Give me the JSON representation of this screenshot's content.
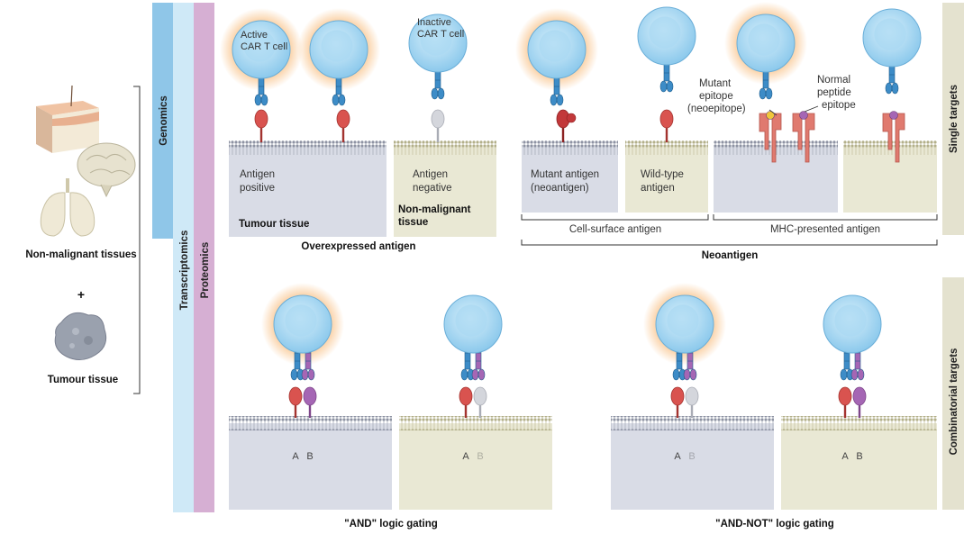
{
  "left": {
    "non_malignant_label": "Non-malignant tissues",
    "plus": "+",
    "tumour_label": "Tumour tissue"
  },
  "omics": {
    "genomics": "Genomics",
    "transcriptomics": "Transcriptomics",
    "proteomics": "Proteomics"
  },
  "sides": {
    "single_targets": "Single targets",
    "combinatorial_targets": "Combinatorial targets"
  },
  "top": {
    "active_car_t": [
      "Active",
      "CAR T cell"
    ],
    "inactive_car_t": [
      "Inactive",
      "CAR T cell"
    ],
    "antigen_positive": [
      "Antigen",
      "positive"
    ],
    "tumour_tissue": "Tumour tissue",
    "antigen_negative": [
      "Antigen",
      "negative"
    ],
    "non_malignant_tissue": [
      "Non-malignant",
      "tissue"
    ],
    "overexpressed_antigen": "Overexpressed antigen",
    "mutant_antigen": [
      "Mutant antigen",
      "(neoantigen)"
    ],
    "wild_type_antigen": [
      "Wild-type",
      "antigen"
    ],
    "mutant_epitope": [
      "Mutant",
      "epitope",
      "(neoepitope)"
    ],
    "normal_peptide_epitope": [
      "Normal",
      "peptide",
      "epitope"
    ],
    "cell_surface_antigen": "Cell-surface antigen",
    "mhc_presented_antigen": "MHC-presented antigen",
    "neoantigen": "Neoantigen"
  },
  "bottom": {
    "and_gating": "\"AND\" logic gating",
    "and_not_gating": "\"AND-NOT\" logic gating",
    "label_a": "A",
    "label_b": "B"
  },
  "colors": {
    "tumour_bg": "#d9dce6",
    "normal_bg": "#e9e8d4",
    "genomics": "#8fc6e8",
    "transcriptomics": "#cfe9f7",
    "proteomics": "#d6afd3",
    "side_bar": "#e4e2cf",
    "antigen_red": "#d9534f",
    "antigen_purple": "#a566b4",
    "antigen_grey": "#d4d6dc",
    "receptor_blue": "#3d8cc7"
  }
}
